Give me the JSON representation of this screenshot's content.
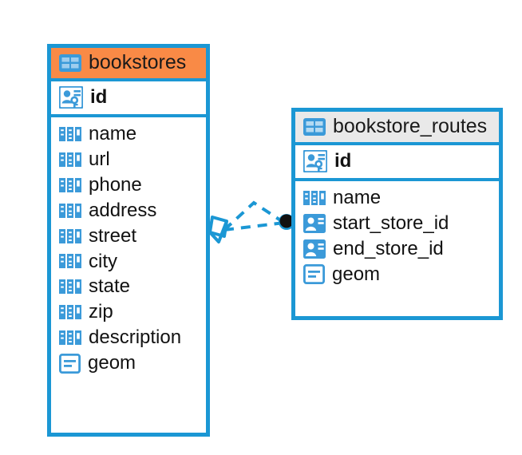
{
  "diagram": {
    "type": "entity-relationship-diagram",
    "colors": {
      "border": "#1b97d4",
      "icon_blue": "#3b9ad9",
      "header_accent_orange": "#f98a46",
      "header_accent_gray": "#e9e9e9",
      "connector": "#1b97d4",
      "connector_endpoint": "#111111",
      "background": "#ffffff",
      "text": "#121212"
    },
    "entities": [
      {
        "id": "bookstores",
        "name": "bookstores",
        "header_style": "orange",
        "header_icon": "table-icon",
        "primary_key": {
          "name": "id",
          "icon": "primary-key-icon"
        },
        "fields": [
          {
            "name": "name",
            "icon": "text-abc-icon"
          },
          {
            "name": "url",
            "icon": "text-abc-icon"
          },
          {
            "name": "phone",
            "icon": "text-abc-icon"
          },
          {
            "name": "address",
            "icon": "text-abc-icon"
          },
          {
            "name": "street",
            "icon": "text-abc-icon"
          },
          {
            "name": "city",
            "icon": "text-abc-icon"
          },
          {
            "name": "state",
            "icon": "text-abc-icon"
          },
          {
            "name": "zip",
            "icon": "text-abc-icon"
          },
          {
            "name": "description",
            "icon": "text-abc-icon"
          },
          {
            "name": "geom",
            "icon": "geometry-icon"
          }
        ]
      },
      {
        "id": "bookstore_routes",
        "name": "bookstore_routes",
        "header_style": "gray",
        "header_icon": "table-icon",
        "primary_key": {
          "name": "id",
          "icon": "primary-key-icon"
        },
        "fields": [
          {
            "name": "name",
            "icon": "text-abc-icon"
          },
          {
            "name": "start_store_id",
            "icon": "foreign-key-icon"
          },
          {
            "name": "end_store_id",
            "icon": "foreign-key-icon"
          },
          {
            "name": "geom",
            "icon": "geometry-icon"
          }
        ]
      }
    ],
    "relationship": {
      "from_entity": "bookstores",
      "to_entity": "bookstore_routes",
      "line_style": "dashed",
      "source_marker": "many-crowsfoot-diamond",
      "target_marker": "filled-circle"
    }
  }
}
